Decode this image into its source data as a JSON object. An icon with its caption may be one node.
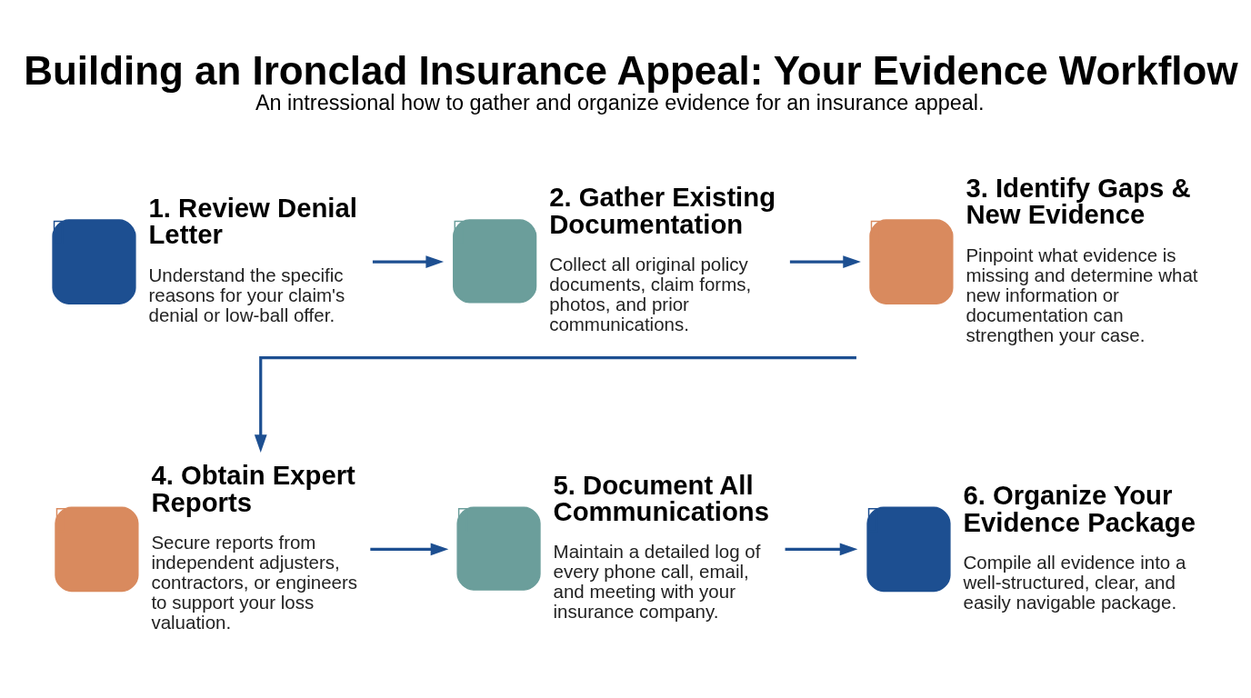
{
  "diagram": {
    "title": "Building an Ironclad Insurance Appeal: Your Evidence Workflow",
    "caption": "An intressional how to gather and organize evidence for an insurance appeal.",
    "nodes": [
      {
        "text": [
          "1. Review Denial Letter",
          "Understand the specific reasons for your claim's denial or low-ball offer."
        ]
      },
      {
        "text": [
          "2. Gather Existing Documentation",
          "Collect all original policy documents, claim forms, photos, and prior communications."
        ]
      },
      {
        "text": [
          "3. Identify Gaps & New Evidence",
          "Pinpoint what evidence is missing and determine what new information or documentation can strengthen your case."
        ]
      },
      {
        "text": [
          "4. Obtain Expert Reports",
          "Secure reports from independent adjusters, contractors, or engineers to support your loss valuation."
        ]
      },
      {
        "text": [
          "5. Document All Communications",
          "Maintain a detailed log of every phone call, email, and meeting with your insurance company."
        ]
      },
      {
        "text": [
          "6. Organize Your Evidence Package",
          "Compile all evidence into a well-structured, clear, and easily navigable package."
        ]
      }
    ],
    "edges": [
      {
        "from": 0,
        "to": 1,
        "arrow": "to"
      },
      {
        "from": 1,
        "to": 2,
        "arrow": "to"
      },
      {
        "from": 2,
        "to": 3,
        "arrow": "to"
      },
      {
        "from": 3,
        "to": 4,
        "arrow": "to"
      },
      {
        "from": 4,
        "to": 5,
        "arrow": "to"
      }
    ]
  }
}
